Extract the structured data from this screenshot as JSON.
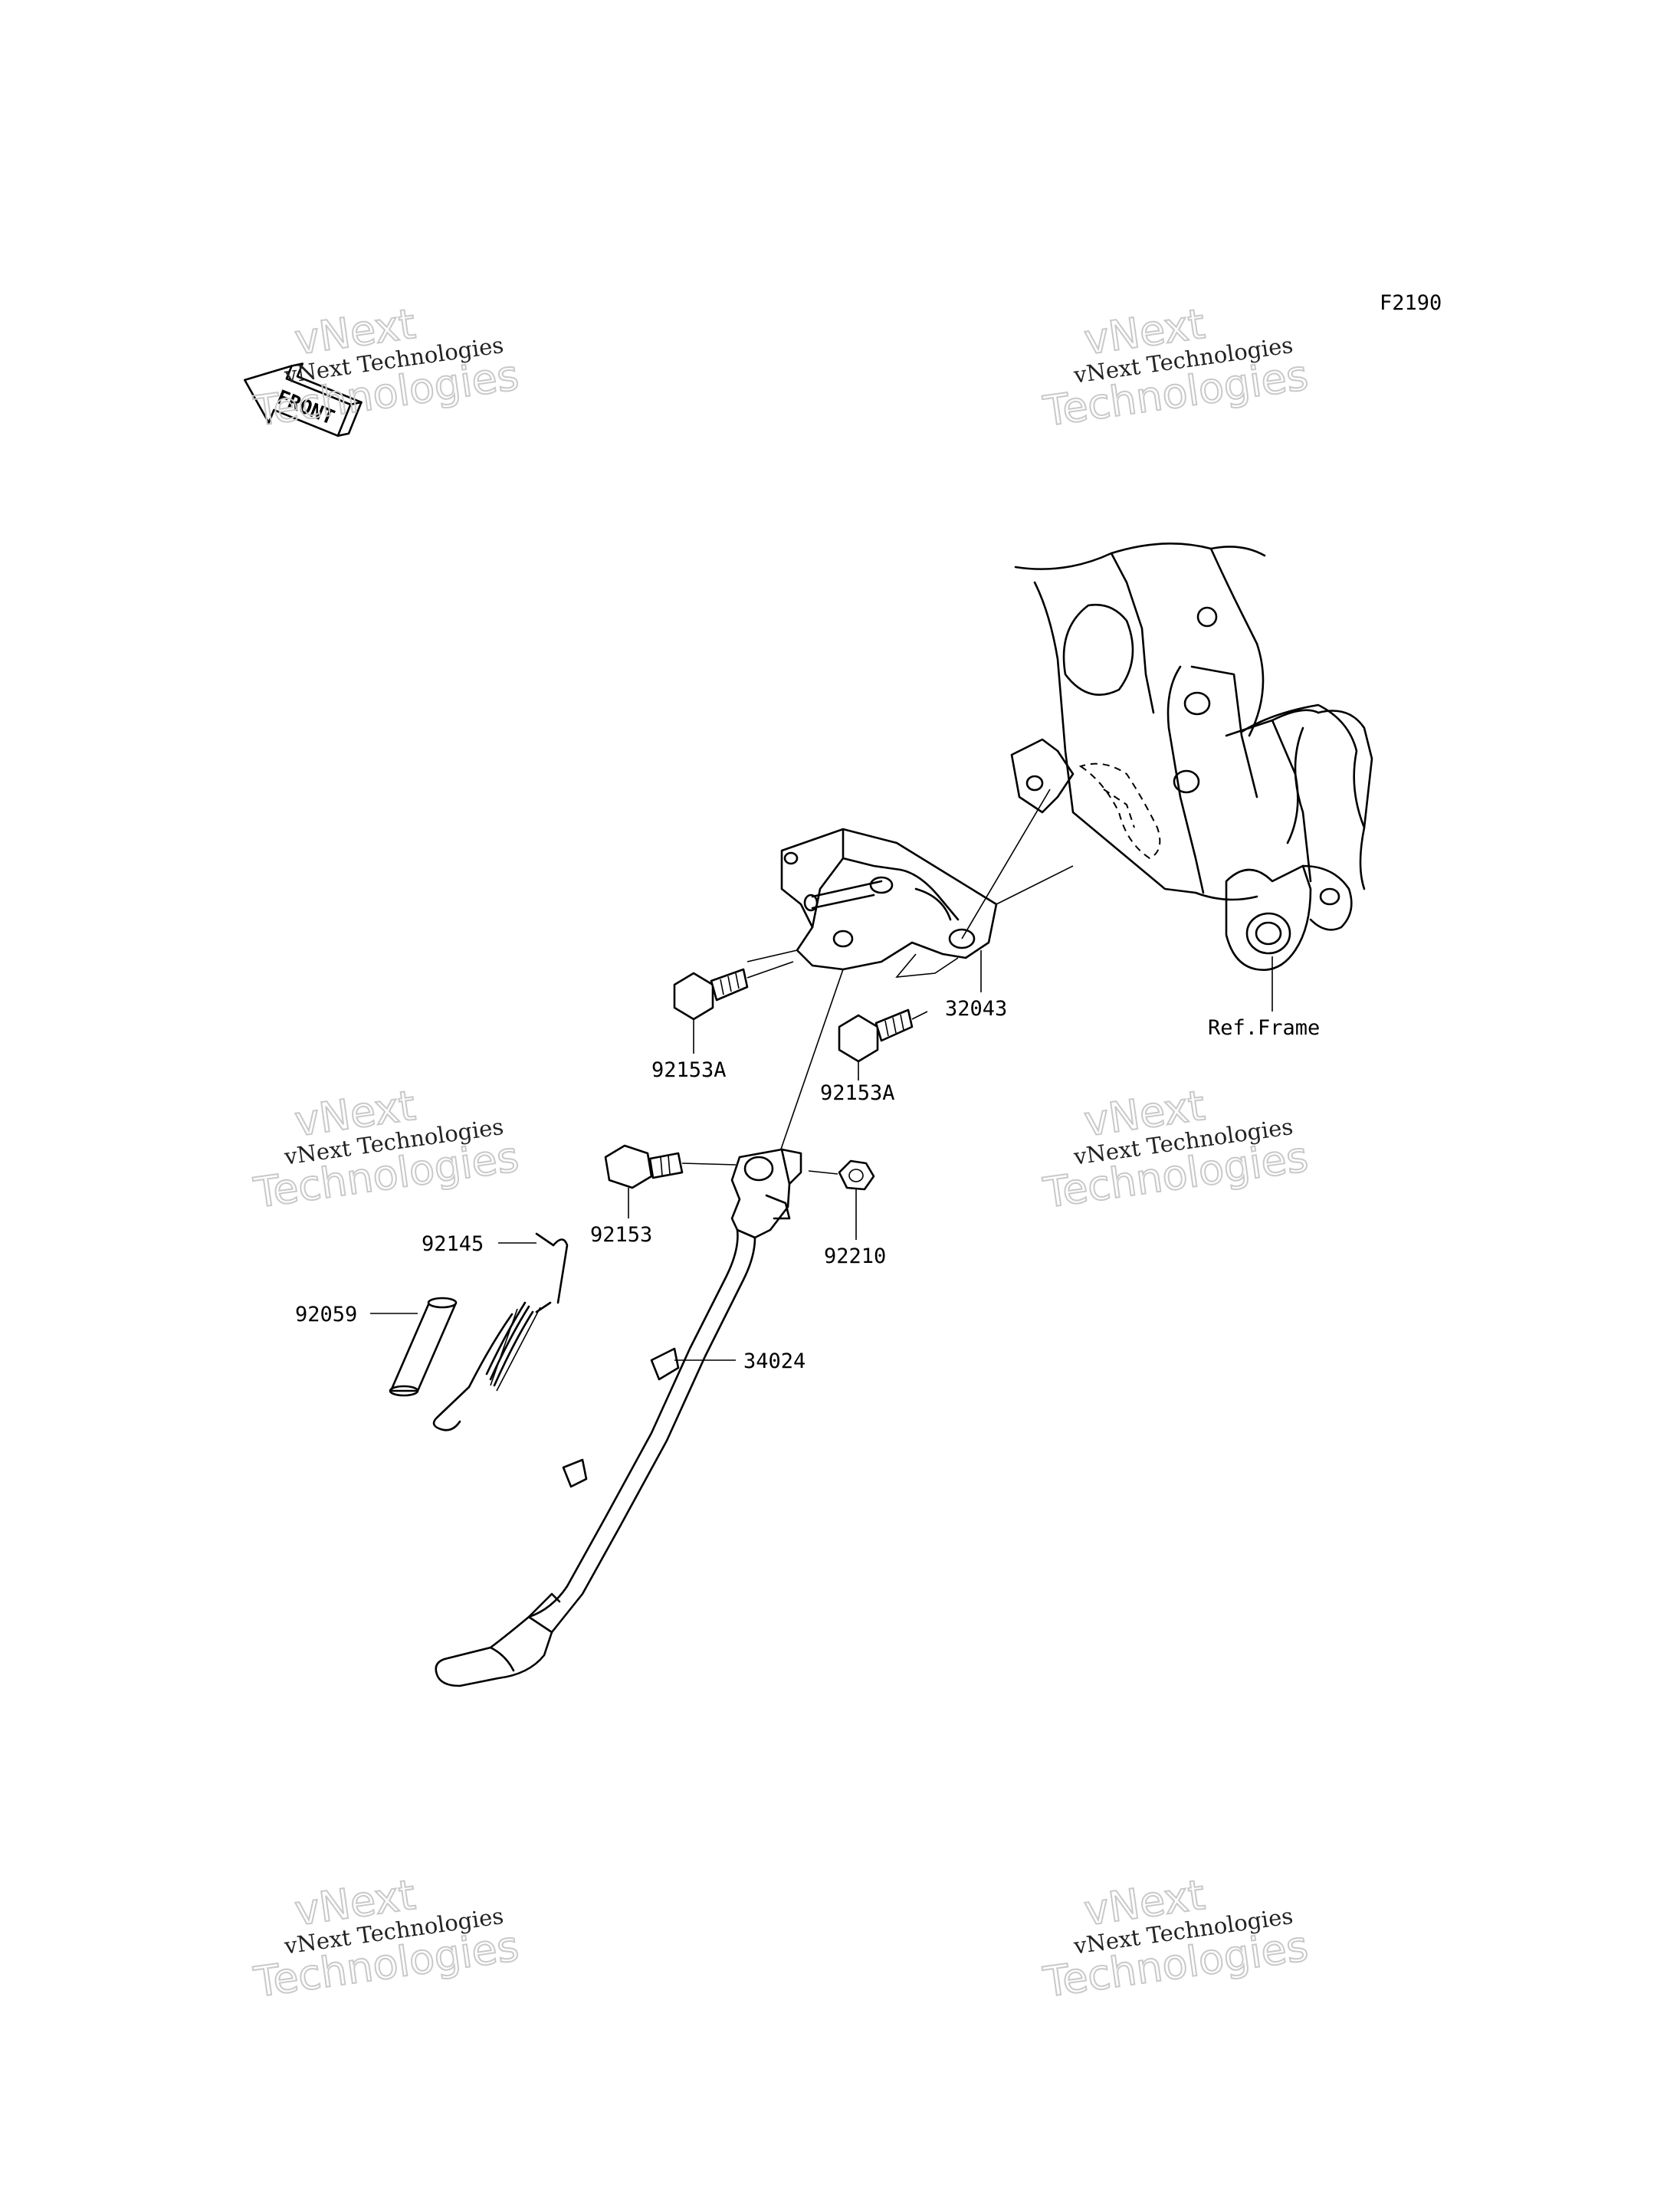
{
  "diagram_code": "F2190",
  "front_label": "FRONT",
  "ref_label": "Ref.Frame",
  "watermark": {
    "line1": "vNext Technologies",
    "line2_a": "vNext",
    "line2_b": "Technologies"
  },
  "parts": [
    {
      "id": "32043",
      "label": "32043"
    },
    {
      "id": "92153A-left",
      "label": "92153A"
    },
    {
      "id": "92153A-right",
      "label": "92153A"
    },
    {
      "id": "92153",
      "label": "92153"
    },
    {
      "id": "92210",
      "label": "92210"
    },
    {
      "id": "92145",
      "label": "92145"
    },
    {
      "id": "92059",
      "label": "92059"
    },
    {
      "id": "34024",
      "label": "34024"
    }
  ]
}
